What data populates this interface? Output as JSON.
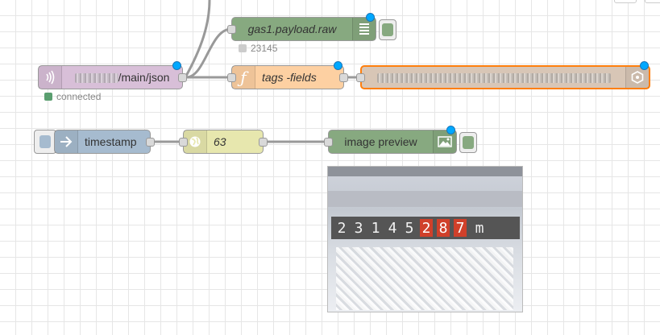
{
  "colors": {
    "mqtt_in": "#d8bfd8",
    "function": "#fdd0a2",
    "debug": "#87a980",
    "inject": "#a6bbcf",
    "template": "#e7e7ae",
    "exec_node": "#d8c6b6",
    "changed_dot": "#00a8ff",
    "status_green": "#5a9e6f",
    "status_grey": "#cccccc"
  },
  "nodes": {
    "mqtt_in": {
      "label": "/main/json",
      "icon": "wifi-icon",
      "status": "connected"
    },
    "debug_gas": {
      "label": "gas1.payload.raw",
      "icon": "list-icon",
      "status": "23145"
    },
    "function": {
      "label": "tags -fields",
      "icon": "function-icon"
    },
    "exec_node": {
      "label": "",
      "icon": "hexagon-icon"
    },
    "inject": {
      "label": "timestamp",
      "icon": "arrow-right-icon"
    },
    "http": {
      "label": "63",
      "icon": "globe-icon"
    },
    "image_preview": {
      "label": "image preview",
      "icon": "image-icon"
    }
  },
  "meter": {
    "digits": [
      "2",
      "3",
      "1",
      "4",
      "5",
      "2",
      "8",
      "7"
    ],
    "unit": "m"
  }
}
